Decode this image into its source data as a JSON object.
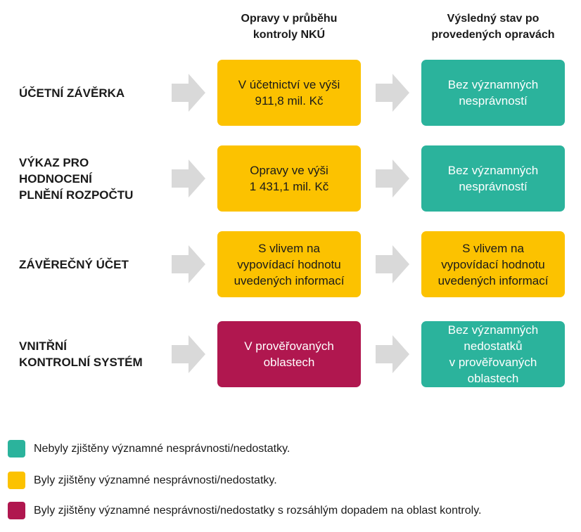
{
  "colors": {
    "green": "#2bb39c",
    "yellow": "#fcc200",
    "crimson": "#b0174f",
    "arrow": "#d9d9d9"
  },
  "headers": {
    "col1": "Opravy v průběhu\nkontroly NKÚ",
    "col2": "Výsledný stav po\nprovedených opravách"
  },
  "rows": [
    {
      "label": "ÚČETNÍ ZÁVĚRKA",
      "box1": {
        "text": "V účetnictví ve výši\n911,8 mil. Kč",
        "color": "#fcc200"
      },
      "box2": {
        "text": "Bez významných\nnesprávností",
        "color": "#2bb39c"
      }
    },
    {
      "label": "VÝKAZ PRO\nHODNOCENÍ\nPLNĚNÍ ROZPOČTU",
      "box1": {
        "text": "Opravy ve výši\n1 431,1 mil. Kč",
        "color": "#fcc200"
      },
      "box2": {
        "text": "Bez významných\nnesprávností",
        "color": "#2bb39c"
      }
    },
    {
      "label": "ZÁVĚREČNÝ ÚČET",
      "box1": {
        "text": "S vlivem na\nvypovídací hodnotu\nuvedených informací",
        "color": "#fcc200"
      },
      "box2": {
        "text": "S vlivem na\nvypovídací hodnotu\nuvedených informací",
        "color": "#fcc200"
      }
    },
    {
      "label": "VNITŘNÍ\nKONTROLNÍ SYSTÉM",
      "box1": {
        "text": "V prověřovaných\noblastech",
        "color": "#b0174f"
      },
      "box2": {
        "text": "Bez významných\nnedostatků\nv prověřovaných\noblastech",
        "color": "#2bb39c"
      }
    }
  ],
  "legend": [
    {
      "text": "Nebyly zjištěny významné nesprávnosti/nedostatky.",
      "color": "#2bb39c"
    },
    {
      "text": "Byly zjištěny významné nesprávnosti/nedostatky.",
      "color": "#fcc200"
    },
    {
      "text": "Byly zjištěny významné nesprávnosti/nedostatky s rozsáhlým dopadem na oblast kontroly.",
      "color": "#b0174f"
    }
  ]
}
